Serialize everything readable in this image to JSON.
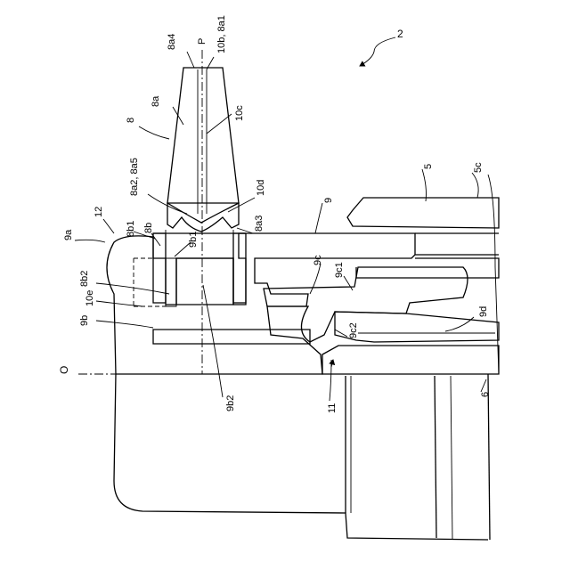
{
  "figure": {
    "labels": {
      "ref_2": "2",
      "ref_8a4": "8a4",
      "ref_P": "P",
      "ref_10b_8a1": "10b, 8a1",
      "ref_8a": "8a",
      "ref_8": "8",
      "ref_10c": "10c",
      "ref_8a2_8a5": "8a2, 8a5",
      "ref_10d": "10d",
      "ref_8a3": "8a3",
      "ref_12": "12",
      "ref_9a": "9a",
      "ref_8b1": "8b1",
      "ref_8b": "8b",
      "ref_9b1": "9b1",
      "ref_9": "9",
      "ref_5": "5",
      "ref_5c": "5c",
      "ref_8b2": "8b2",
      "ref_10e": "10e",
      "ref_9b": "9b",
      "ref_9c": "9c",
      "ref_9c1": "9c1",
      "ref_9d": "9d",
      "ref_9c2": "9c2",
      "ref_O": "O",
      "ref_9b2": "9b2",
      "ref_11": "11",
      "ref_6": "6"
    }
  }
}
